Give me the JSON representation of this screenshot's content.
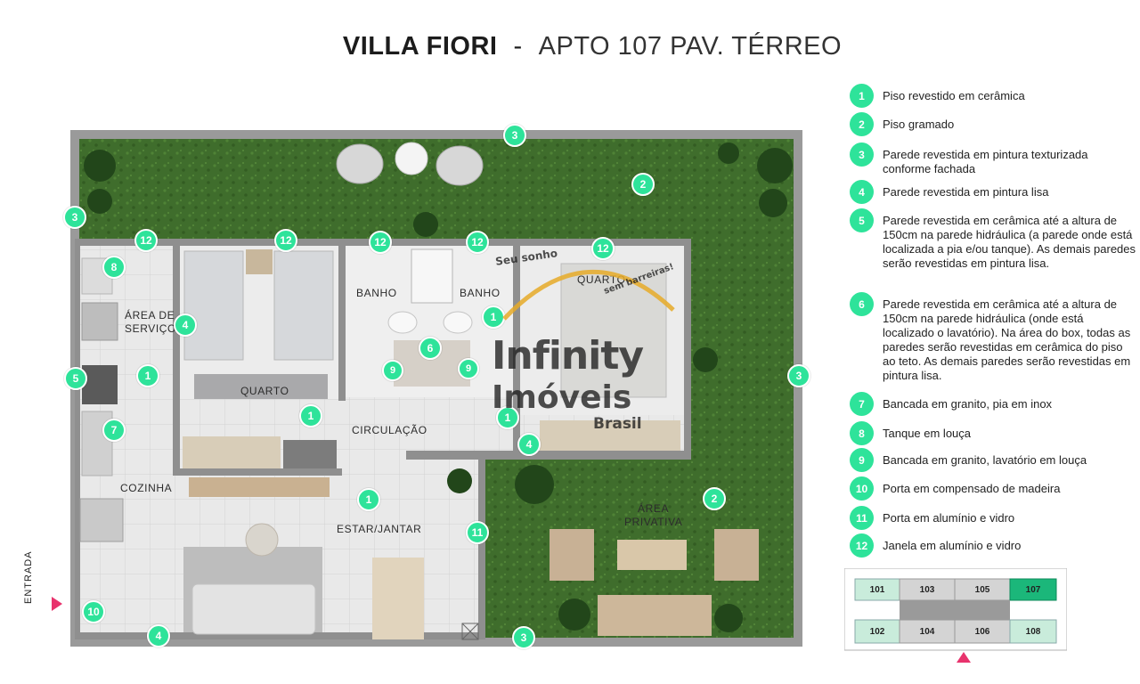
{
  "title": {
    "name": "VILLA FIORI",
    "separator": "-",
    "unit": "APTO 107 PAV. TÉRREO"
  },
  "rooms": {
    "banho_1": "BANHO",
    "banho_2": "BANHO",
    "quarto_1": "QUARTO",
    "quarto_2": "QUARTO",
    "area_servico_1": "ÁREA DE",
    "area_servico_2": "SERVIÇO",
    "circulacao": "CIRCULAÇÃO",
    "cozinha": "COZINHA",
    "estar_jantar": "ESTAR/JANTAR",
    "area_privativa_1": "ÁREA",
    "area_privativa_2": "PRIVATIVA",
    "entrada": "ENTRADA"
  },
  "markers": [
    {
      "id": "m-3-top",
      "n": "3"
    },
    {
      "id": "m-2-top",
      "n": "2"
    },
    {
      "id": "m-3-left",
      "n": "3"
    },
    {
      "id": "m-12-a",
      "n": "12"
    },
    {
      "id": "m-12-b",
      "n": "12"
    },
    {
      "id": "m-12-c",
      "n": "12"
    },
    {
      "id": "m-12-d",
      "n": "12"
    },
    {
      "id": "m-12-e",
      "n": "12"
    },
    {
      "id": "m-8",
      "n": "8"
    },
    {
      "id": "m-4-a",
      "n": "4"
    },
    {
      "id": "m-1-a",
      "n": "1"
    },
    {
      "id": "m-5",
      "n": "5"
    },
    {
      "id": "m-7",
      "n": "7"
    },
    {
      "id": "m-6",
      "n": "6"
    },
    {
      "id": "m-9-a",
      "n": "9"
    },
    {
      "id": "m-9-b",
      "n": "9"
    },
    {
      "id": "m-1-b",
      "n": "1"
    },
    {
      "id": "m-1-c",
      "n": "1"
    },
    {
      "id": "m-1-d",
      "n": "1"
    },
    {
      "id": "m-4-b",
      "n": "4"
    },
    {
      "id": "m-3-right",
      "n": "3"
    },
    {
      "id": "m-1-e",
      "n": "1"
    },
    {
      "id": "m-2-bottom",
      "n": "2"
    },
    {
      "id": "m-11",
      "n": "11"
    },
    {
      "id": "m-10",
      "n": "10"
    },
    {
      "id": "m-4-c",
      "n": "4"
    },
    {
      "id": "m-3-bottom",
      "n": "3"
    }
  ],
  "watermark": {
    "line1": "Infinity",
    "line2": "Imóveis",
    "line3": "Brasil",
    "tag1": "Seu sonho",
    "tag2": "sem barreiras!"
  },
  "legend": [
    {
      "n": "1",
      "text": "Piso revestido em cerâmica"
    },
    {
      "n": "2",
      "text": "Piso gramado"
    },
    {
      "n": "3",
      "text": "Parede revestida em pintura texturizada conforme fachada"
    },
    {
      "n": "4",
      "text": "Parede revestida em pintura lisa"
    },
    {
      "n": "5",
      "text": "Parede revestida em cerâmica  até a altura de 150cm na parede hidráulica (a parede onde está localizada a pia e/ou tanque). As demais paredes serão revestidas em pintura lisa."
    },
    {
      "n": "6",
      "text": "Parede revestida em cerâmica  até a altura de 150cm na parede hidráulica (onde está localizado o lavatório).  Na área do box, todas as paredes serão revestidas em cerâmica do piso ao teto. As demais paredes serão revestidas em pintura lisa."
    },
    {
      "n": "7",
      "text": "Bancada em granito, pia em inox"
    },
    {
      "n": "8",
      "text": "Tanque em louça"
    },
    {
      "n": "9",
      "text": "Bancada em granito, lavatório em louça"
    },
    {
      "n": "10",
      "text": "Porta em compensado de madeira"
    },
    {
      "n": "11",
      "text": "Porta em alumínio e vidro"
    },
    {
      "n": "12",
      "text": "Janela em alumínio e vidro"
    }
  ],
  "keyplan": {
    "units": [
      "101",
      "103",
      "105",
      "107",
      "102",
      "104",
      "106",
      "108"
    ],
    "highlight": "107",
    "colors": {
      "highlight": "#1bb77a",
      "light": "#c9ecdb",
      "grey": "#d4d4d4",
      "core": "#9a9a9a"
    }
  },
  "colors": {
    "marker": "#2ee39a",
    "arrow": "#e8336d",
    "grass": "#3e6b2b",
    "floor": "#e6e6e6",
    "wall": "#8d8d8d"
  }
}
